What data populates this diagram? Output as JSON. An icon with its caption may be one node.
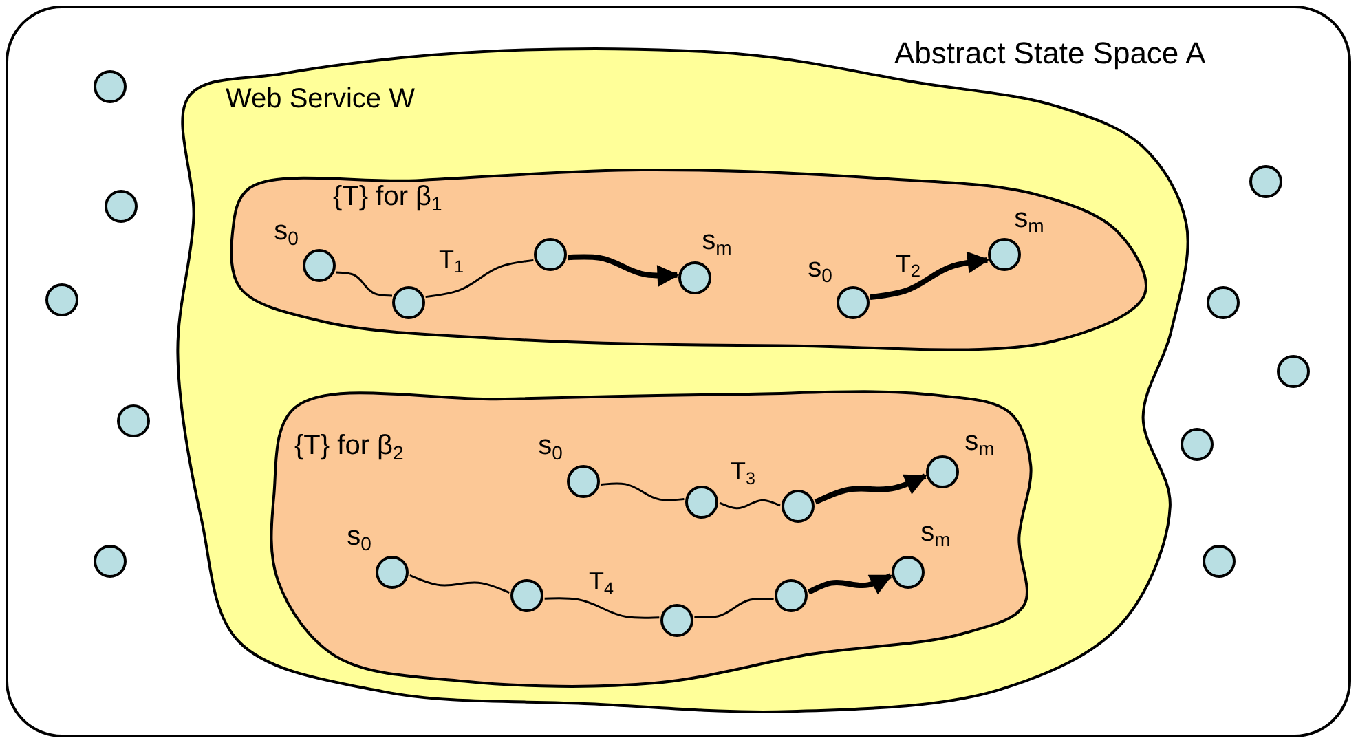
{
  "diagram": {
    "nodes": [
      {
        "text": [
          "Abstract State Space A"
        ]
      },
      {
        "text": [
          "Web Service W"
        ],
        "in": 0
      },
      {
        "text": [
          "{T} for β$_{1}$"
        ],
        "in": 1
      },
      {
        "text": [
          "{T} for β$_{2}$"
        ],
        "in": 1
      },
      {
        "text": [],
        "shape": "circle",
        "in": 0
      },
      {
        "text": [],
        "shape": "circle",
        "in": 0
      },
      {
        "text": [],
        "shape": "circle",
        "in": 0
      },
      {
        "text": [],
        "shape": "circle",
        "in": 0
      },
      {
        "text": [],
        "shape": "circle",
        "in": 0
      },
      {
        "text": [],
        "shape": "circle",
        "in": 0
      },
      {
        "text": [],
        "shape": "circle",
        "in": 0
      },
      {
        "text": [],
        "shape": "circle",
        "in": 0
      },
      {
        "text": [],
        "shape": "circle",
        "in": 0
      },
      {
        "text": [],
        "shape": "circle",
        "in": 0
      },
      {
        "text": [],
        "shape": "circle",
        "in": 2,
        "beside": [
          "s$_{0}$"
        ]
      },
      {
        "text": [],
        "shape": "circle",
        "in": 2
      },
      {
        "text": [],
        "shape": "circle",
        "in": 2
      },
      {
        "text": [],
        "shape": "circle",
        "in": 2,
        "beside": [
          "s$_{m}$"
        ]
      },
      {
        "text": [],
        "shape": "circle",
        "in": 2,
        "beside": [
          "s$_{0}$"
        ]
      },
      {
        "text": [],
        "shape": "circle",
        "in": 2,
        "beside": [
          "s$_{m}$"
        ]
      },
      {
        "text": [],
        "shape": "circle",
        "in": 3,
        "beside": [
          "s$_{0}$"
        ]
      },
      {
        "text": [],
        "shape": "circle",
        "in": 3
      },
      {
        "text": [],
        "shape": "circle",
        "in": 3
      },
      {
        "text": [],
        "shape": "circle",
        "in": 3,
        "beside": [
          "s$_{m}$"
        ]
      },
      {
        "text": [],
        "shape": "circle",
        "in": 3,
        "beside": [
          "s$_{0}$"
        ]
      },
      {
        "text": [],
        "shape": "circle",
        "in": 3
      },
      {
        "text": [],
        "shape": "circle",
        "in": 3
      },
      {
        "text": [],
        "shape": "circle",
        "in": 3
      },
      {
        "text": [],
        "shape": "circle",
        "in": 3,
        "beside": [
          "s$_{m}$"
        ]
      }
    ],
    "edges": [
      {
        "from": 14,
        "to": 15,
        "arrow": "none"
      },
      {
        "from": 15,
        "to": 16,
        "arrow": "none",
        "label": "T$_{1}$"
      },
      {
        "from": 16,
        "to": 17,
        "arrow": "to",
        "style": "thick"
      },
      {
        "from": 18,
        "to": 19,
        "arrow": "to",
        "style": "thick",
        "label": "T$_{2}$"
      },
      {
        "from": 20,
        "to": 21,
        "arrow": "none"
      },
      {
        "from": 21,
        "to": 22,
        "arrow": "none",
        "label": "T$_{3}$"
      },
      {
        "from": 22,
        "to": 23,
        "arrow": "to",
        "style": "thick"
      },
      {
        "from": 24,
        "to": 25,
        "arrow": "none"
      },
      {
        "from": 25,
        "to": 26,
        "arrow": "none",
        "label": "T$_{4}$"
      },
      {
        "from": 26,
        "to": 27,
        "arrow": "none"
      },
      {
        "from": 27,
        "to": 28,
        "arrow": "to",
        "style": "thick"
      }
    ]
  }
}
